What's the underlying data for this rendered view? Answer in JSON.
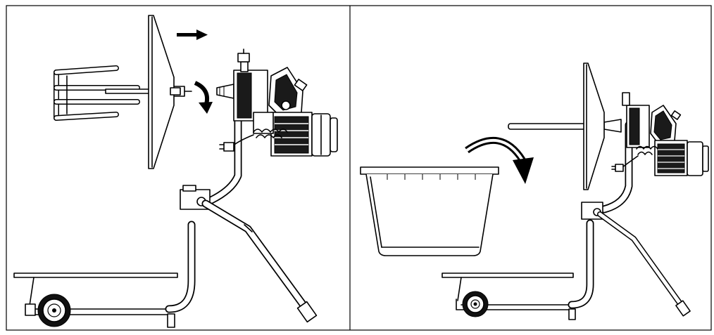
{
  "figure": {
    "panel_count": 2,
    "panels": [
      {
        "step": 1,
        "parts": [
          "mixing-paddle",
          "drive-shaft",
          "bowl-lid",
          "motor-unit",
          "power-plug",
          "stand",
          "trolley-base",
          "wheel"
        ],
        "arrows": [
          "slide-direction-arrow",
          "rotate-direction-arrow"
        ]
      },
      {
        "step": 2,
        "parts": [
          "mixing-bucket",
          "bowl-lid",
          "motor-unit",
          "power-plug",
          "stand",
          "trolley-base",
          "wheel"
        ],
        "arrows": [
          "place-bucket-arrow"
        ]
      }
    ],
    "colors": {
      "line": "#000000",
      "background": "#ffffff",
      "fill_dark": "#1a1a1a"
    }
  }
}
